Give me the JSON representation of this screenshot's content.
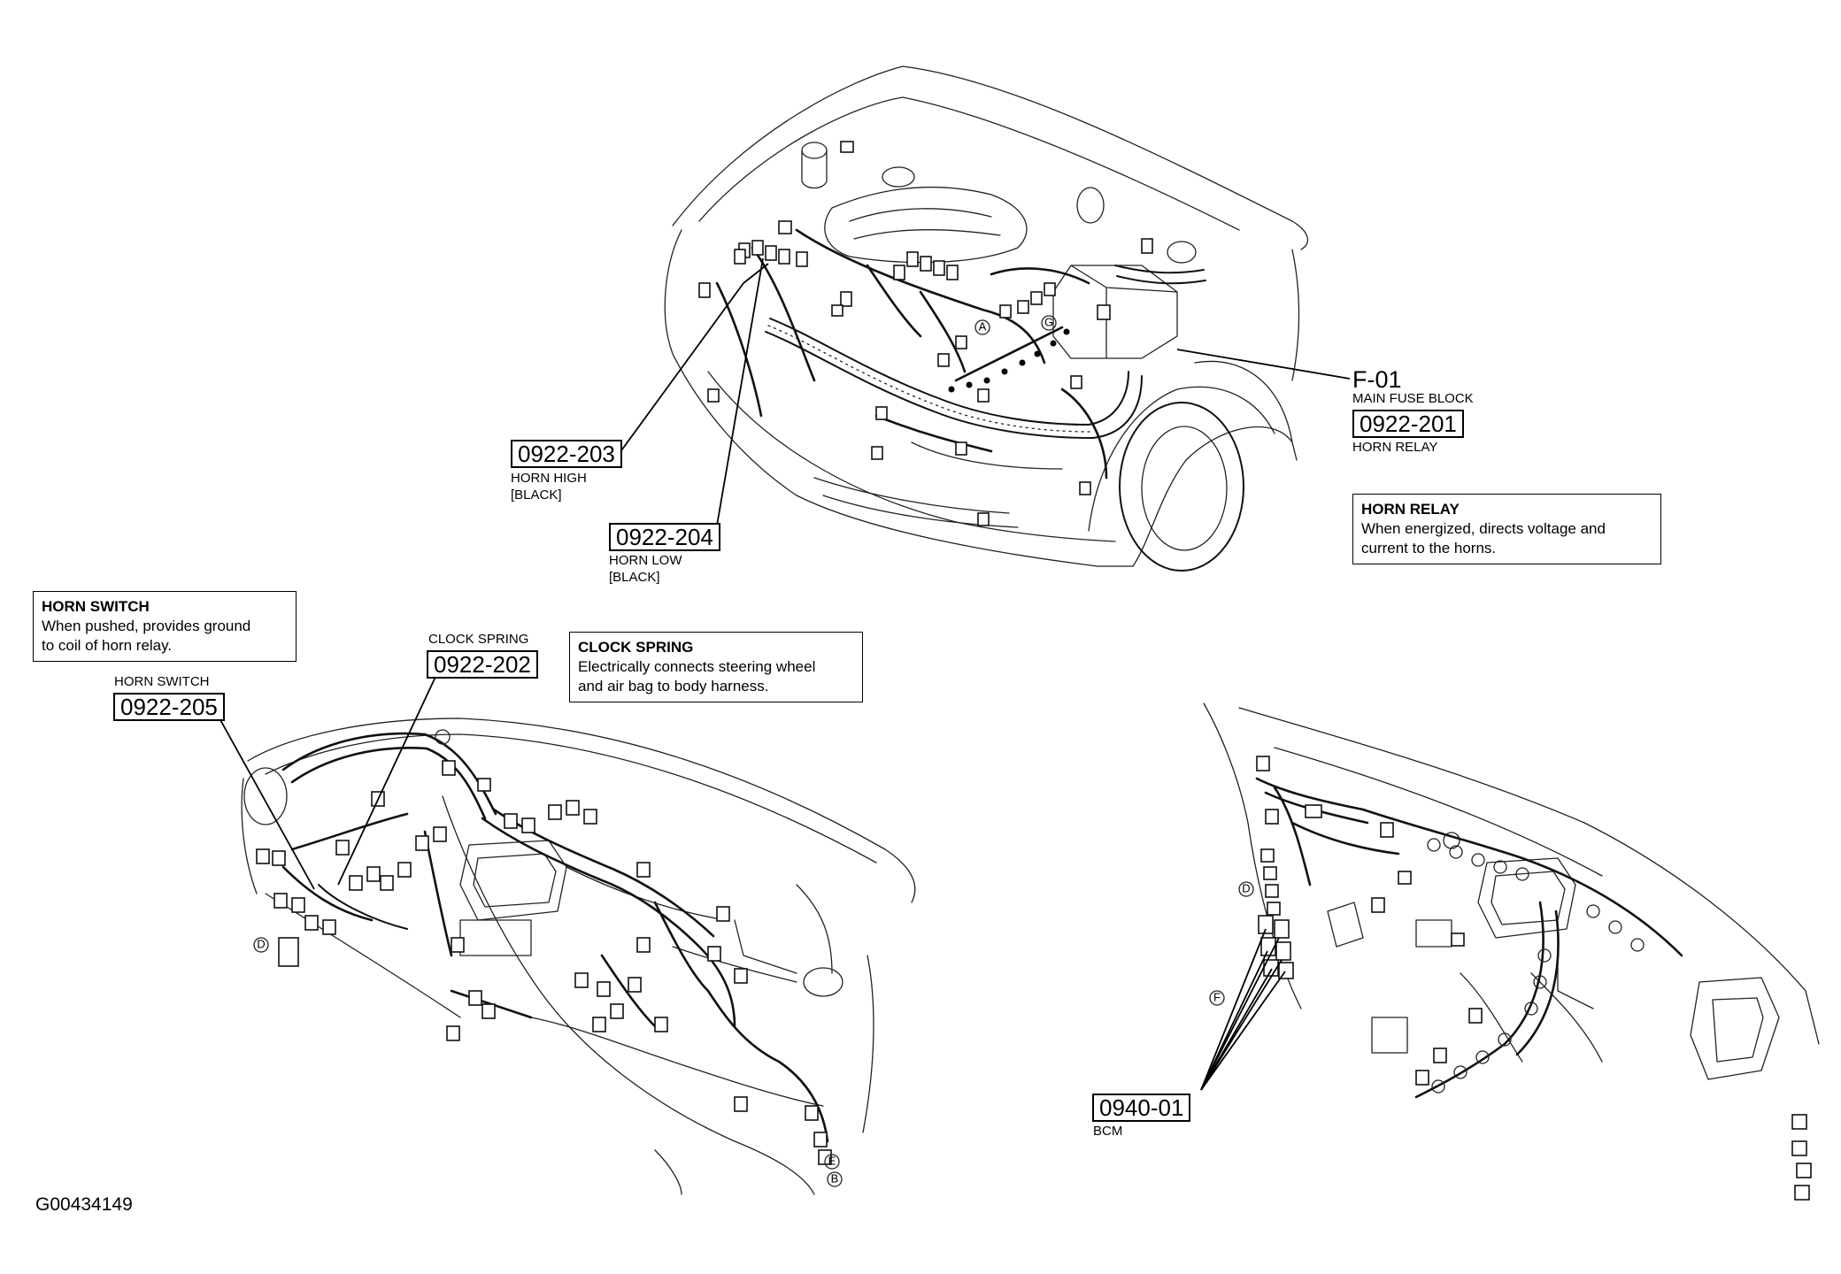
{
  "figure_id": "G00434149",
  "connectors": {
    "horn_high": {
      "code": "0922-203",
      "caption": "HORN HIGH",
      "sub": "[BLACK]"
    },
    "horn_low": {
      "code": "0922-204",
      "caption": "HORN LOW",
      "sub": "[BLACK]"
    },
    "main_fuse_block": {
      "id": "F-01",
      "caption": "MAIN FUSE BLOCK",
      "code": "0922-201",
      "sub": "HORN RELAY"
    },
    "clock_spring": {
      "caption": "CLOCK SPRING",
      "code": "0922-202"
    },
    "horn_switch": {
      "caption": "HORN SWITCH",
      "code": "0922-205"
    },
    "bcm": {
      "code": "0940-01",
      "caption": "BCM"
    }
  },
  "notes": {
    "horn_relay": {
      "title": "HORN RELAY",
      "body": "When energized, directs voltage and\ncurrent to the horns."
    },
    "horn_switch": {
      "title": "HORN SWITCH",
      "body": "When pushed, provides ground\nto coil of horn relay."
    },
    "clock_spring": {
      "title": "CLOCK SPRING",
      "body": "Electrically connects steering wheel\nand air bag to body harness."
    }
  },
  "location_marks": {
    "a": "A",
    "g": "G",
    "d_dash": "D",
    "e": "E",
    "b": "B",
    "d_right": "D",
    "f": "F"
  }
}
